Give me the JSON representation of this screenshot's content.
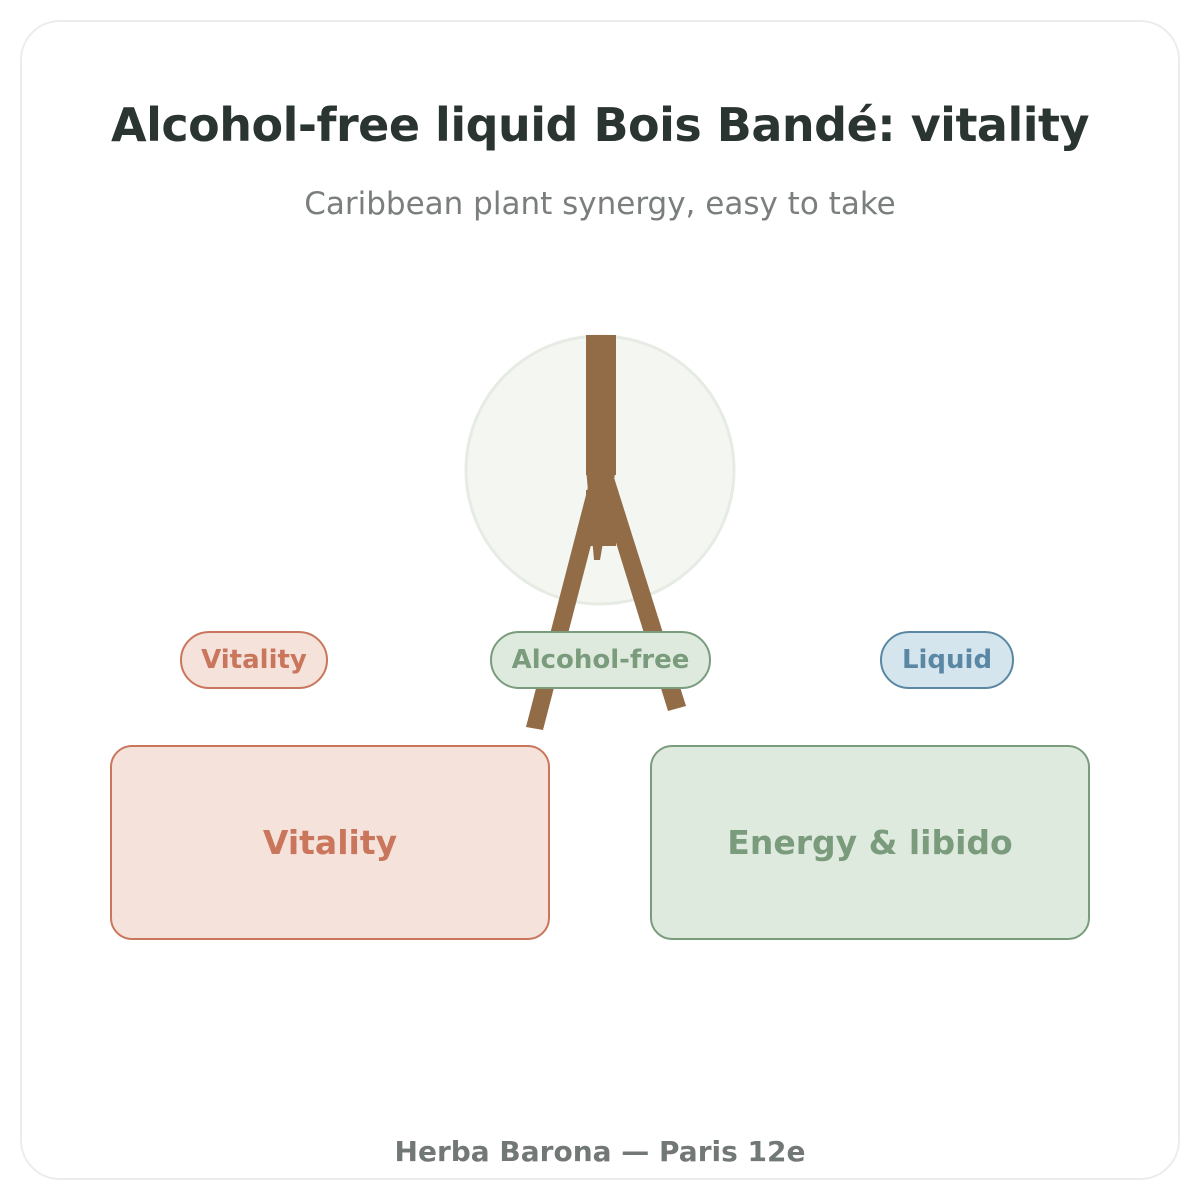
{
  "header": {
    "title": "Alcohol-free liquid Bois Bandé: vitality",
    "subtitle": "Caribbean plant synergy, easy to take"
  },
  "tags": {
    "vitality": "Vitality",
    "alcohol_free": "Alcohol-free",
    "liquid": "Liquid"
  },
  "boxes": {
    "left": "Vitality",
    "right": "Energy & libido"
  },
  "footer": {
    "text": "Herba Barona — Paris 12e"
  },
  "icons": {
    "tree": "bois-bande-bark-icon",
    "circle": "plant-circle-icon"
  },
  "colors": {
    "title": "#2a3431",
    "bark": "#916c46",
    "circle_fill": "#f4f6f2",
    "terracotta": "#c9765c",
    "sage": "#7a9c7d",
    "blue": "#5a87a3"
  }
}
